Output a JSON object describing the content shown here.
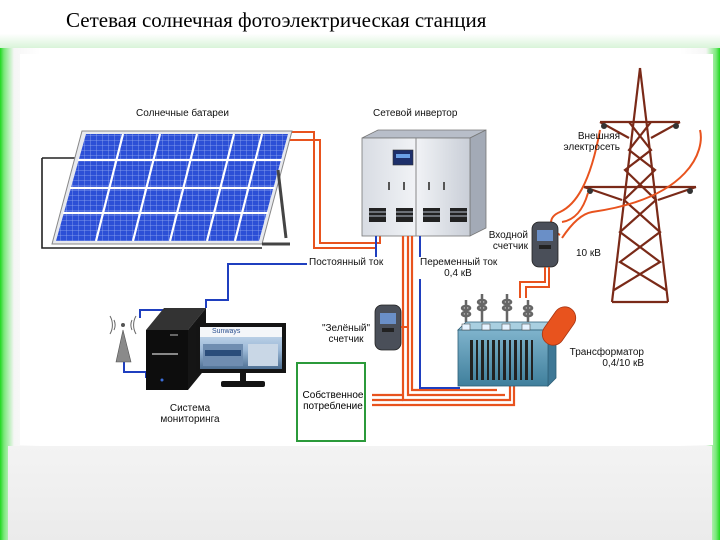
{
  "slide": {
    "title": "Сетевая солнечная  фотоэлектрическая станция"
  },
  "labels": {
    "solar_panels": "Солнечные батареи",
    "grid_inverter": "Сетевой инвертор",
    "external_grid_line1": "Внешняя",
    "external_grid_line2": "электросеть",
    "input_meter_line1": "Входной",
    "input_meter_line2": "счетчик",
    "voltage_10kv": "10 кВ",
    "dc_current": "Постоянный ток",
    "ac_current_line1": "Переменный ток",
    "ac_current_line2": "0,4 кВ",
    "green_meter_line1": "\"Зелёный\"",
    "green_meter_line2": "счетчик",
    "transformer_line1": "Трансформатор",
    "transformer_line2": "0,4/10 кВ",
    "own_consumption_line1": "Собственное",
    "own_consumption_line2": "потребление",
    "monitoring_line1": "Система",
    "monitoring_line2": "мониторинга",
    "monitor_screen_brand": "Sunways"
  },
  "colors": {
    "dc_wire": "#e8531e",
    "ac_wire": "#e8531e",
    "data_wire": "#1f3fbf",
    "panel_blue": "#2545c9",
    "tower": "#7a2a18",
    "own_box_border": "#2b9a3a",
    "slide_edge_green": "#1fd81f"
  },
  "icons": [
    "solar-panel-icon",
    "inverter-cabinet-icon",
    "power-tower-icon",
    "meter-icon",
    "transformer-icon",
    "computer-icon",
    "monitor-icon",
    "antenna-icon"
  ]
}
